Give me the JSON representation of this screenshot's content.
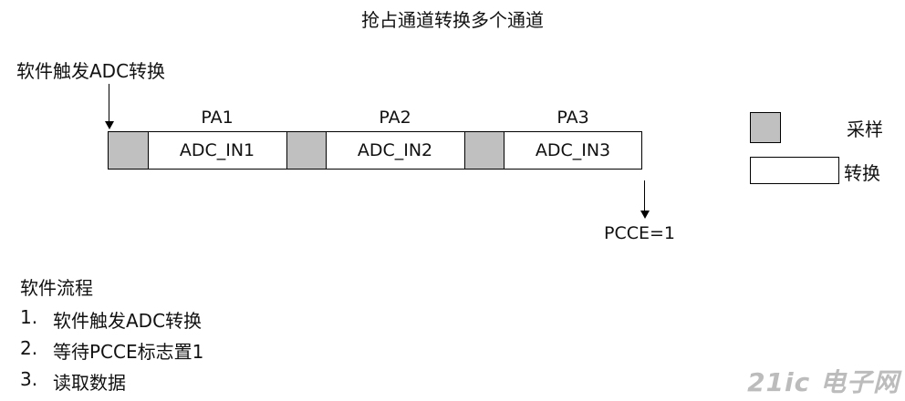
{
  "title": "抢占通道转换多个通道",
  "trigger_label": "软件触发ADC转换",
  "timeline": {
    "pins": [
      "PA1",
      "PA2",
      "PA3"
    ],
    "channels": [
      "ADC_IN1",
      "ADC_IN2",
      "ADC_IN3"
    ],
    "end_label": "PCCE=1"
  },
  "legend": {
    "sample_label": "采样",
    "convert_label": "转换"
  },
  "flow": {
    "title": "软件流程",
    "steps": [
      {
        "num": "1.",
        "text": "软件触发ADC转换"
      },
      {
        "num": "2.",
        "text": "等待PCCE标志置1"
      },
      {
        "num": "3.",
        "text": "读取数据"
      }
    ]
  },
  "watermark": "21ic 电子网",
  "colors": {
    "sample_fill": "#c0c0c0",
    "convert_fill": "#ffffff",
    "line": "#000000"
  }
}
